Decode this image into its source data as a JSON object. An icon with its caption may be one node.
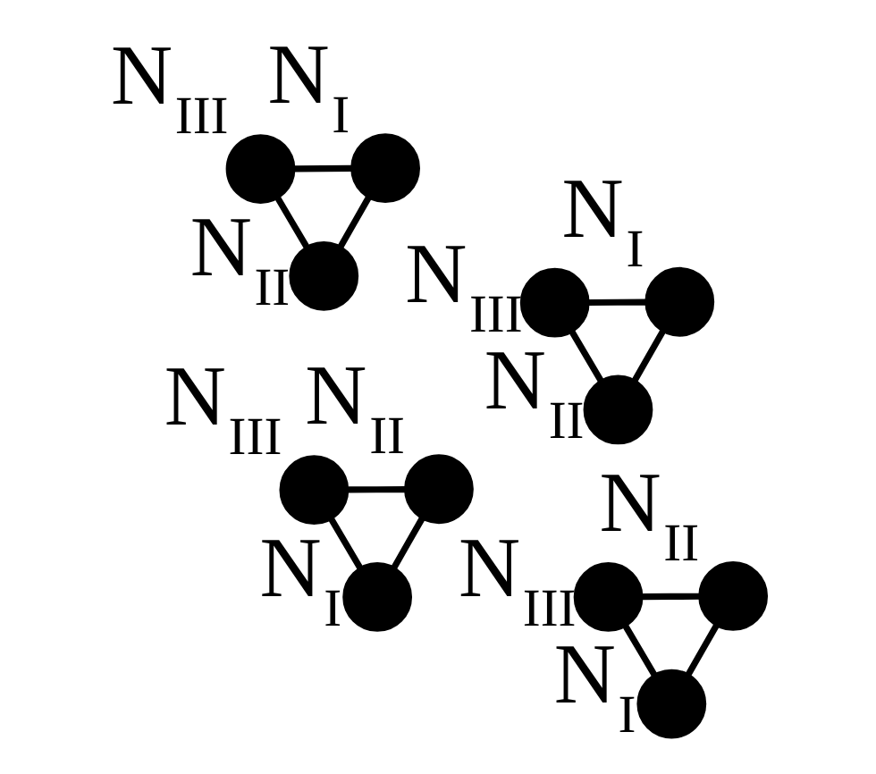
{
  "diagram": {
    "nodes": [
      {
        "text": [],
        "shape": "circle",
        "beside": [
          "N$_{III}$"
        ]
      },
      {
        "text": [],
        "shape": "circle",
        "beside": [
          "N$_{II}$"
        ]
      },
      {
        "text": [],
        "shape": "circle",
        "beside": [
          "N$_{I}$"
        ]
      },
      {
        "text": [],
        "shape": "circle",
        "beside": [
          "N$_{III}$"
        ]
      },
      {
        "text": [],
        "shape": "circle",
        "beside": [
          "N$_{I}$"
        ]
      },
      {
        "text": [],
        "shape": "circle",
        "beside": [
          "N$_{II}$"
        ]
      },
      {
        "text": [],
        "shape": "circle",
        "beside": [
          "N$_{III}$"
        ]
      },
      {
        "text": [],
        "shape": "circle",
        "beside": [
          "N$_{I}$"
        ]
      },
      {
        "text": [],
        "shape": "circle",
        "beside": [
          "N$_{II}$"
        ]
      },
      {
        "text": [],
        "shape": "circle",
        "beside": [
          "N$_{III}$"
        ]
      },
      {
        "text": [],
        "shape": "circle",
        "beside": [
          "N$_{II}$"
        ]
      },
      {
        "text": [],
        "shape": "circle",
        "beside": [
          "N$_{I}$"
        ]
      }
    ],
    "edges": [
      {
        "from": 0,
        "to": 1,
        "arrow": "none"
      },
      {
        "from": 0,
        "to": 2,
        "arrow": "none"
      },
      {
        "from": 2,
        "to": 1,
        "arrow": "none"
      },
      {
        "from": 4,
        "to": 3,
        "arrow": "none"
      },
      {
        "from": 4,
        "to": 5,
        "arrow": "none"
      },
      {
        "from": 3,
        "to": 5,
        "arrow": "none"
      },
      {
        "from": 6,
        "to": 7,
        "arrow": "none"
      },
      {
        "from": 6,
        "to": 8,
        "arrow": "none"
      },
      {
        "from": 7,
        "to": 8,
        "arrow": "none"
      },
      {
        "from": 9,
        "to": 10,
        "arrow": "none"
      },
      {
        "from": 9,
        "to": 11,
        "arrow": "none"
      },
      {
        "from": 10,
        "to": 11,
        "arrow": "none"
      }
    ]
  }
}
